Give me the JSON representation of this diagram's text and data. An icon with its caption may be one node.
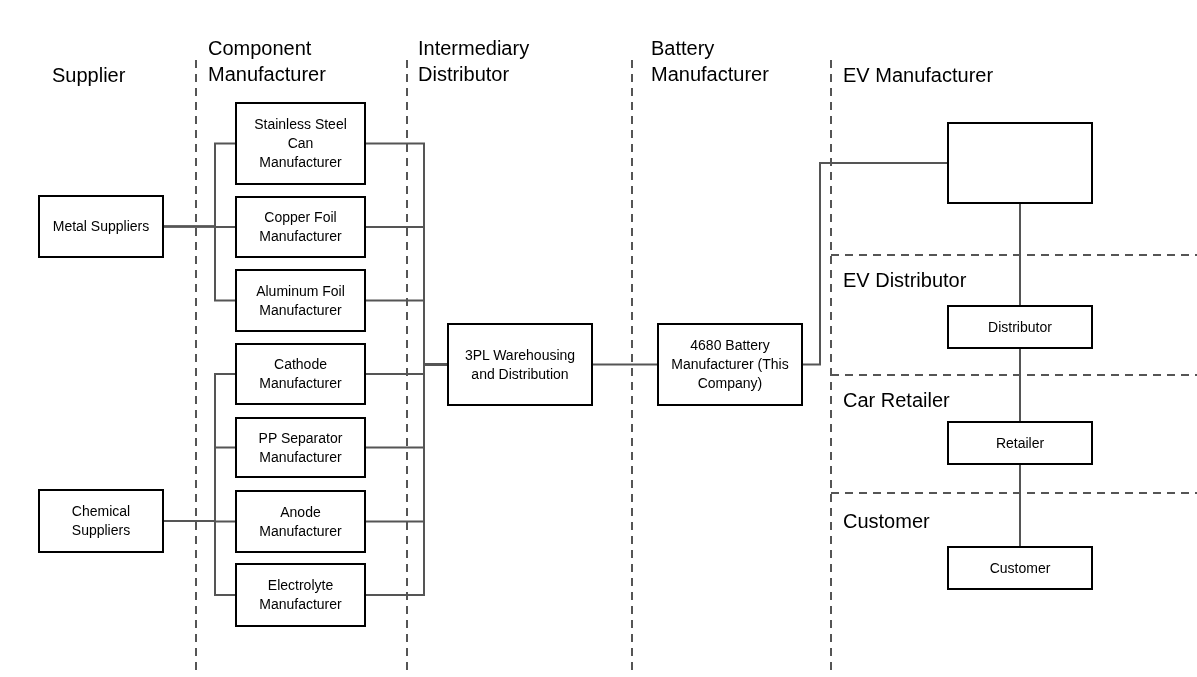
{
  "diagram": {
    "nodes": [
      {
        "text": [
          "Metal Suppliers"
        ]
      },
      {
        "text": [
          "Chemical Suppliers"
        ]
      },
      {
        "text": [
          "Stainless Steel Can Manufacturer"
        ]
      },
      {
        "text": [
          "Copper Foil Manufacturer"
        ]
      },
      {
        "text": [
          "Aluminum Foil Manufacturer"
        ]
      },
      {
        "text": [
          "Cathode Manufacturer"
        ]
      },
      {
        "text": [
          "PP Separator Manufacturer"
        ]
      },
      {
        "text": [
          "Anode Manufacturer"
        ]
      },
      {
        "text": [
          "Electrolyte Manufacturer"
        ]
      },
      {
        "text": [
          "3PL Warehousing and Distribution"
        ]
      },
      {
        "text": [
          "4680 Battery Manufacturer (This Company)"
        ]
      },
      {
        "text": [],
        "shape": "box"
      },
      {
        "text": [
          "Distributor"
        ]
      },
      {
        "text": [
          "Retailer"
        ]
      },
      {
        "text": [
          "Customer"
        ]
      }
    ],
    "edges": [
      {
        "from": 0,
        "to": 2,
        "arrow": "none"
      },
      {
        "from": 0,
        "to": 3,
        "arrow": "none"
      },
      {
        "from": 0,
        "to": 4,
        "arrow": "none"
      },
      {
        "from": 1,
        "to": 5,
        "arrow": "none"
      },
      {
        "from": 1,
        "to": 6,
        "arrow": "none"
      },
      {
        "from": 1,
        "to": 7,
        "arrow": "none"
      },
      {
        "from": 1,
        "to": 8,
        "arrow": "none"
      },
      {
        "from": 2,
        "to": 9,
        "arrow": "none"
      },
      {
        "from": 3,
        "to": 9,
        "arrow": "none"
      },
      {
        "from": 4,
        "to": 9,
        "arrow": "none"
      },
      {
        "from": 5,
        "to": 9,
        "arrow": "none"
      },
      {
        "from": 6,
        "to": 9,
        "arrow": "none"
      },
      {
        "from": 7,
        "to": 9,
        "arrow": "none"
      },
      {
        "from": 8,
        "to": 9,
        "arrow": "none"
      },
      {
        "from": 9,
        "to": 10,
        "arrow": "none"
      },
      {
        "from": 10,
        "to": 11,
        "arrow": "none"
      },
      {
        "from": 11,
        "to": 12,
        "arrow": "none"
      },
      {
        "from": 12,
        "to": 13,
        "arrow": "none"
      },
      {
        "from": 13,
        "to": 14,
        "arrow": "none"
      }
    ],
    "labels": [
      "Supplier",
      "Component Manufacturer",
      "Intermediary Distributor",
      "Battery Manufacturer",
      "EV Manufacturer",
      "EV Distributor",
      "Car Retailer",
      "Customer"
    ]
  }
}
